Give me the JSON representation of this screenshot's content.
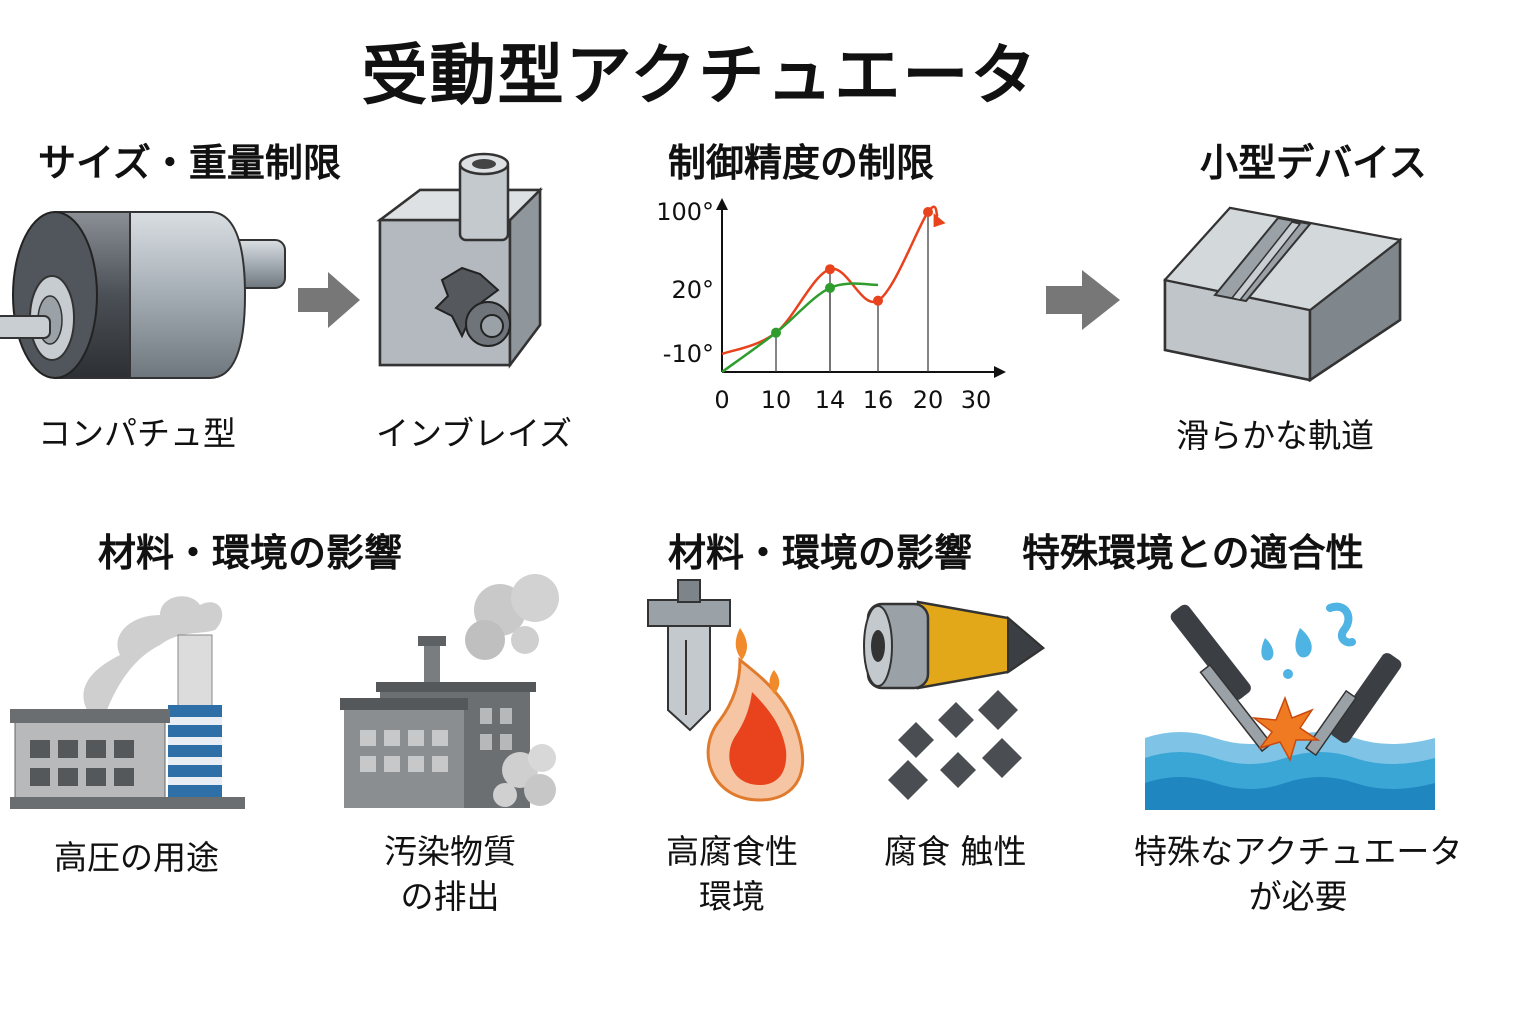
{
  "title": "受動型アクチュエータ",
  "sections": {
    "size_weight": {
      "heading": "サイズ・重量制限",
      "item1_label": "コンパチュ型",
      "item2_label": "インブレイズ"
    },
    "precision": {
      "heading": "制御精度の制限"
    },
    "small_device": {
      "heading": "小型デバイス",
      "label": "滑らかな軌道"
    },
    "material_env_left": {
      "heading": "材料・環境の影響",
      "item1_label": "高圧の用途",
      "item2_label_line1": "汚染物質",
      "item2_label_line2": "の排出"
    },
    "material_env_right": {
      "heading": "材料・環境の影響",
      "heading2": "特殊環境との適合性",
      "item1_label_line1": "高腐食性",
      "item1_label_line2": "環境",
      "item2_label": "腐食 触性",
      "item3_label_line1": "特殊なアクチュエータ",
      "item3_label_line2": "が必要"
    }
  },
  "chart_data": {
    "type": "line",
    "y_tick_labels": [
      "100°",
      "20°",
      "-10°"
    ],
    "x_tick_labels": [
      "0",
      "10",
      "14",
      "16",
      "20",
      "30"
    ],
    "series": [
      {
        "color": "#e8431c",
        "x": [
          0,
          10,
          14,
          16,
          20,
          22
        ],
        "y": [
          -10,
          0,
          40,
          15,
          95,
          90
        ]
      },
      {
        "color": "#2e9d2e",
        "x": [
          0,
          10,
          14,
          16
        ],
        "y": [
          -14,
          0,
          22,
          25
        ]
      }
    ],
    "markers": [
      {
        "series": 0,
        "x": 14,
        "y": 40
      },
      {
        "series": 0,
        "x": 16,
        "y": 15
      },
      {
        "series": 0,
        "x": 20,
        "y": 95
      },
      {
        "series": 1,
        "x": 10,
        "y": 0
      },
      {
        "series": 1,
        "x": 14,
        "y": 22
      }
    ],
    "grid": false
  },
  "icons": {
    "arrow1": "arrow-right-icon",
    "arrow2": "arrow-right-icon"
  },
  "colors": {
    "arrow": "#777777",
    "steel": "#9aa3ab",
    "factory_gray": "#7a7d80",
    "stripe_blue": "#2f6fa8",
    "flame_red": "#e8431c",
    "gold": "#e3a81a",
    "water_blue": "#3aa6d6"
  }
}
